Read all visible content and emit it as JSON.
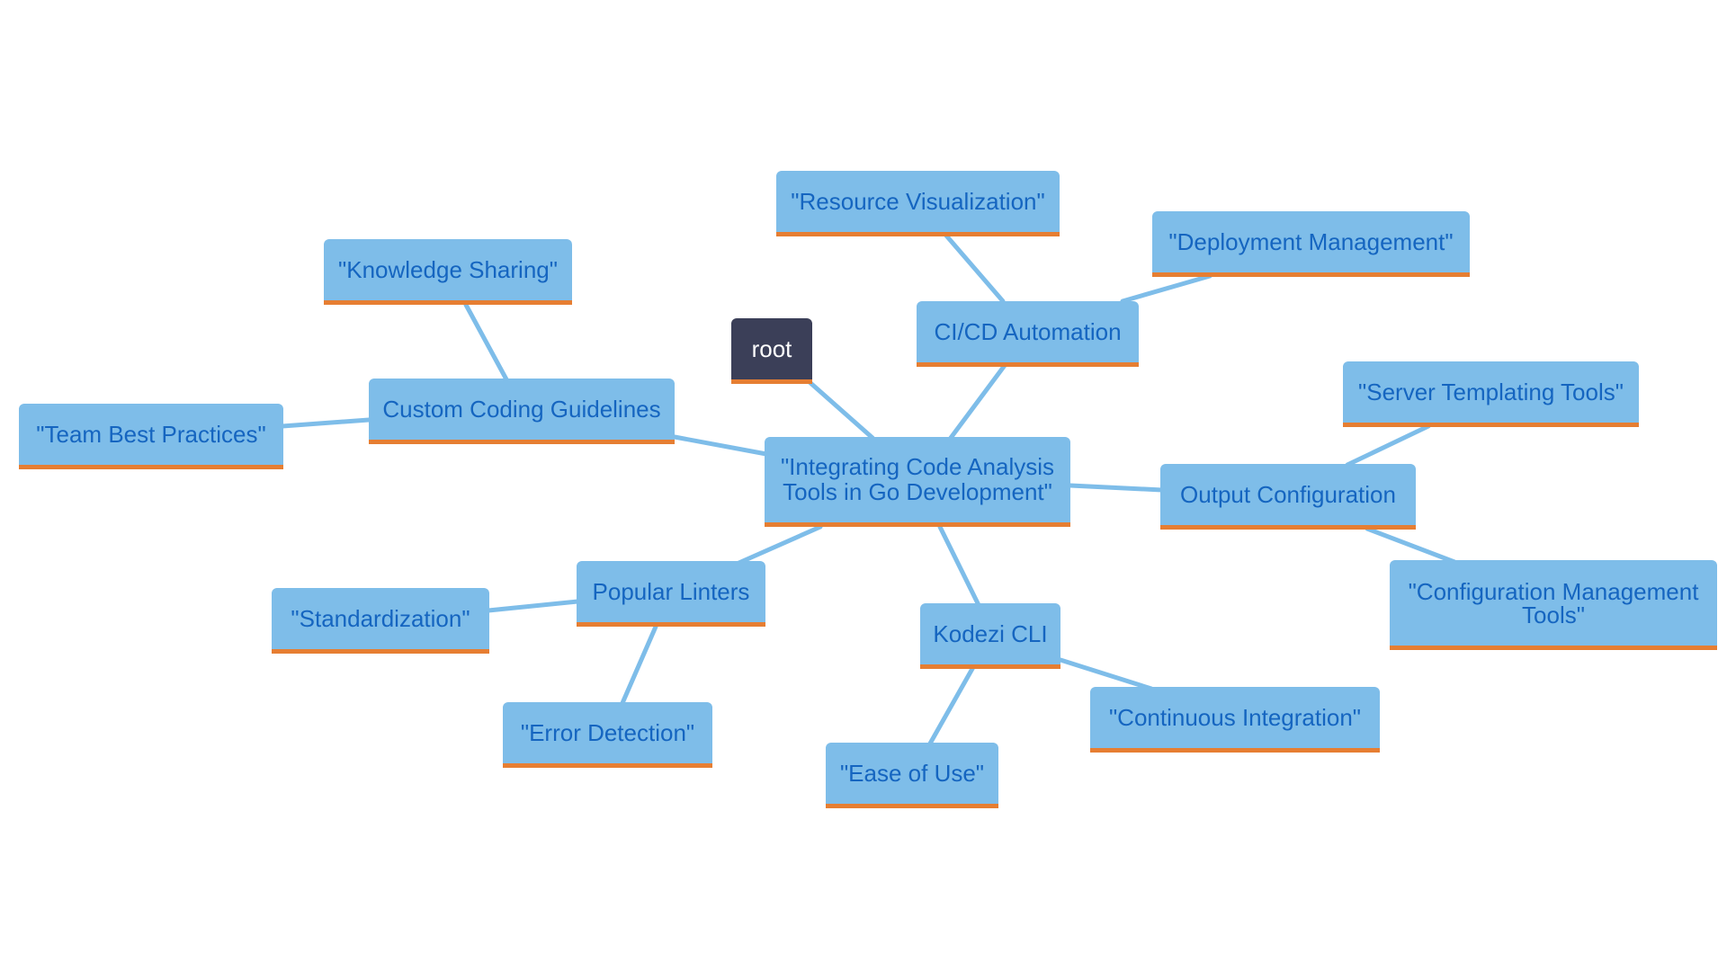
{
  "diagram": {
    "root": "root",
    "center": "\"Integrating Code Analysis Tools in Go Development\"",
    "branches": [
      {
        "label": "Custom Coding Guidelines",
        "children": [
          "\"Knowledge Sharing\"",
          "\"Team Best Practices\""
        ]
      },
      {
        "label": "CI/CD Automation",
        "children": [
          "\"Resource Visualization\"",
          "\"Deployment Management\""
        ]
      },
      {
        "label": "Output Configuration",
        "children": [
          "\"Server Templating Tools\"",
          "\"Configuration Management Tools\""
        ]
      },
      {
        "label": "Popular Linters",
        "children": [
          "\"Standardization\"",
          "\"Error Detection\""
        ]
      },
      {
        "label": "Kodezi CLI",
        "children": [
          "\"Ease of Use\"",
          "\"Continuous Integration\""
        ]
      }
    ]
  },
  "colors": {
    "node_fill": "#7ebde9",
    "node_text": "#1565c0",
    "node_underline": "#e67e32",
    "root_fill": "#3b3f58",
    "root_text": "#ffffff",
    "edge": "#7ebde9"
  }
}
